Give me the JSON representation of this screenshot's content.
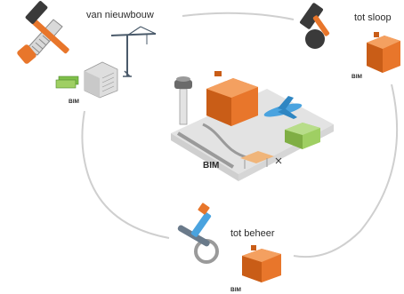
{
  "stages": {
    "new_build": {
      "label": "van nieuwbouw",
      "bim": "BIM"
    },
    "demolition": {
      "label": "tot sloop",
      "bim": "BIM"
    },
    "management": {
      "label": "tot beheer",
      "bim": "BIM"
    }
  },
  "center": {
    "bim": "BIM"
  },
  "colors": {
    "cycle_line": "#cfcfcf",
    "building_orange": "#e8762b",
    "building_orange_dark": "#c95d17",
    "roof_light": "#f4a060",
    "airport_grey": "#e3e3e3",
    "runway": "#9a9a9a",
    "plane_blue": "#4aa3df",
    "green_building": "#9fcf63",
    "tool_dark": "#3a3a3a"
  },
  "icons": [
    "hammer-saw-icon",
    "crane-icon",
    "money-icon",
    "wrecking-ball-icon",
    "wrench-paintbrush-icon",
    "airport-tower-icon",
    "airplane-icon"
  ]
}
